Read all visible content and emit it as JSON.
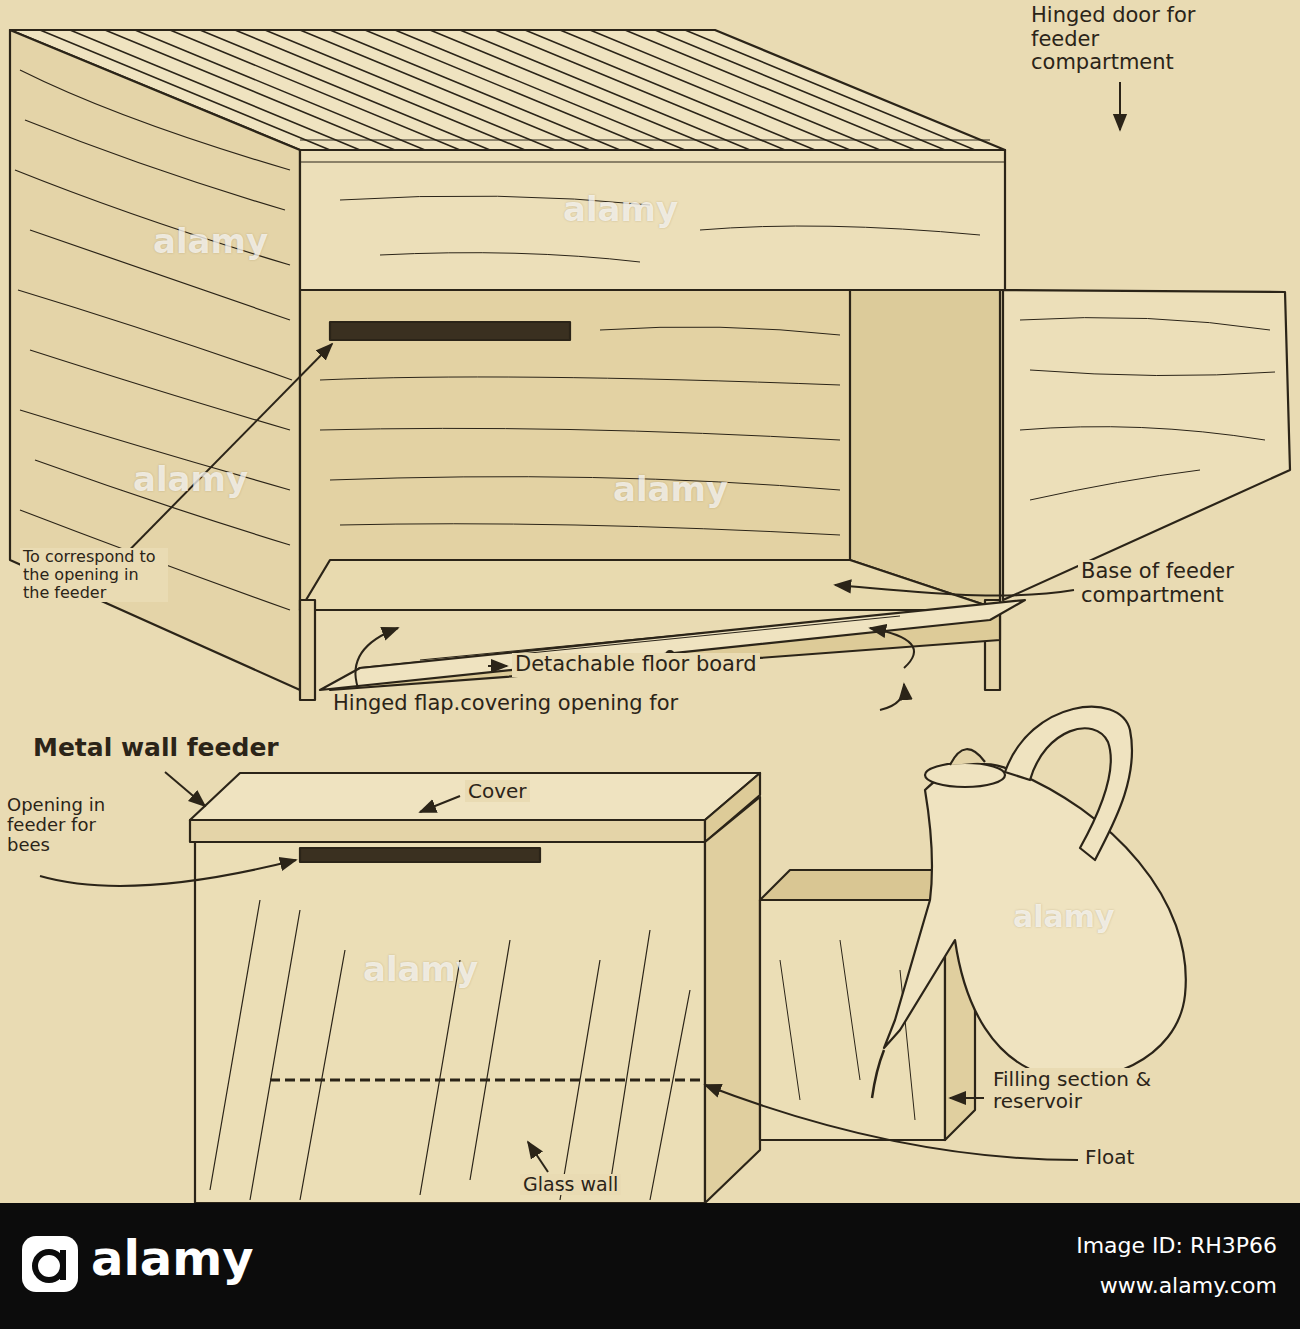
{
  "diagram": {
    "labels": [
      "Hinged door for feeder compartment",
      "To correspond to the opening in the feeder",
      "Base of feeder compartment",
      "Detachable floor board",
      "Hinged flap.covering opening for",
      "Metal wall feeder",
      "Cover",
      "Opening in feeder for bees",
      "Filling section & reservoir",
      "Float",
      "Glass wall",
      "alamy",
      "alamy",
      "alamy",
      "alamy",
      "alamy",
      "alamy",
      "alamy",
      "Image ID: RH3P66",
      "www.alamy.com"
    ]
  }
}
